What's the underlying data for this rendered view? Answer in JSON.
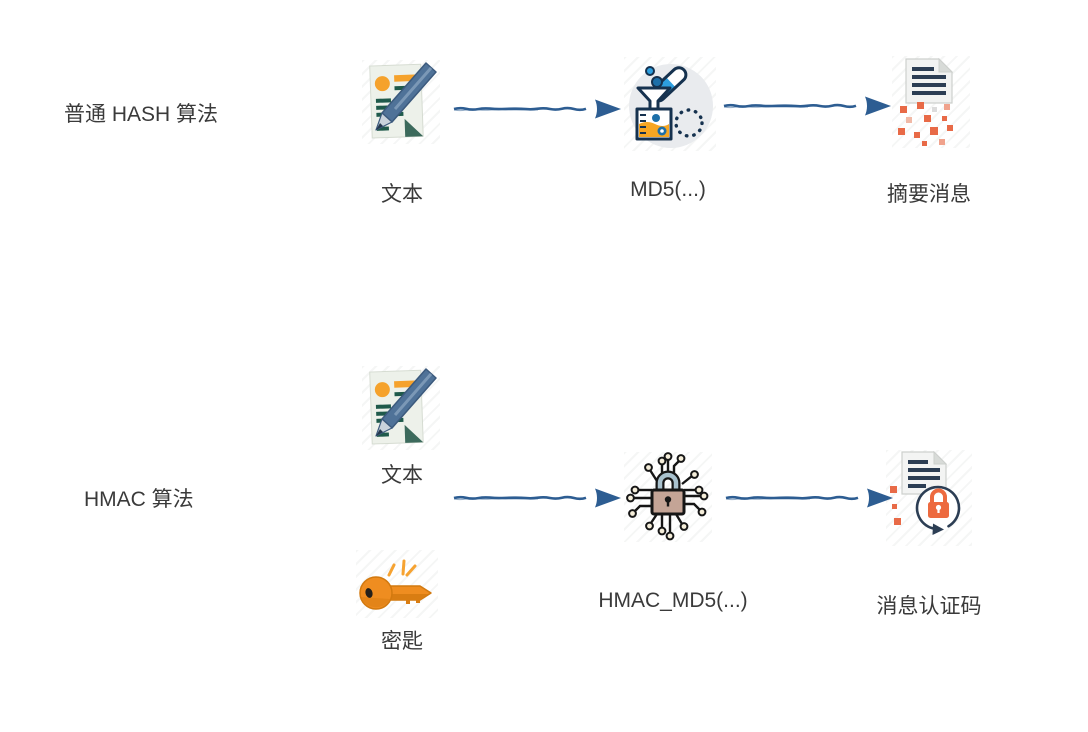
{
  "diagram": {
    "background": "#ffffff",
    "text_color": "#3a3a3a",
    "arrow_color": "#2d5d92",
    "rows": {
      "hash": {
        "title": "普通 HASH 算法",
        "input_label": "文本",
        "function_label": "MD5(...)",
        "output_label": "摘要消息"
      },
      "hmac": {
        "title": "HMAC 算法",
        "input_label": "文本",
        "key_label": "密匙",
        "function_label": "HMAC_MD5(...)",
        "output_label": "消息认证码"
      }
    },
    "icons": {
      "hash_input": "document-pen-icon",
      "hash_function": "beaker-test-tube-icon",
      "hash_output": "digest-fragments-document-icon",
      "hmac_input": "document-pen-icon",
      "hmac_key": "key-icon",
      "hmac_function": "circuit-padlock-icon",
      "hmac_output": "document-lock-cycle-icon"
    },
    "palette": {
      "outline_navy": "#16324f",
      "line_navy": "#2c3e54",
      "flask_blue": "#2d9fe0",
      "liquid_orange": "#f6a623",
      "paper_green_tint": "#edf1ea",
      "pen_steel_blue": "#4f7298",
      "doc_accent_orange": "#f5a22c",
      "doc_line_teal": "#1f5a4b",
      "fragment_orange": "#e86a47",
      "key_orange": "#ef8d20",
      "lock_body_tan": "#c4a496",
      "shackle_gray_blue": "#a9c2ce",
      "mac_lock_orange": "#ed6a3f"
    }
  }
}
